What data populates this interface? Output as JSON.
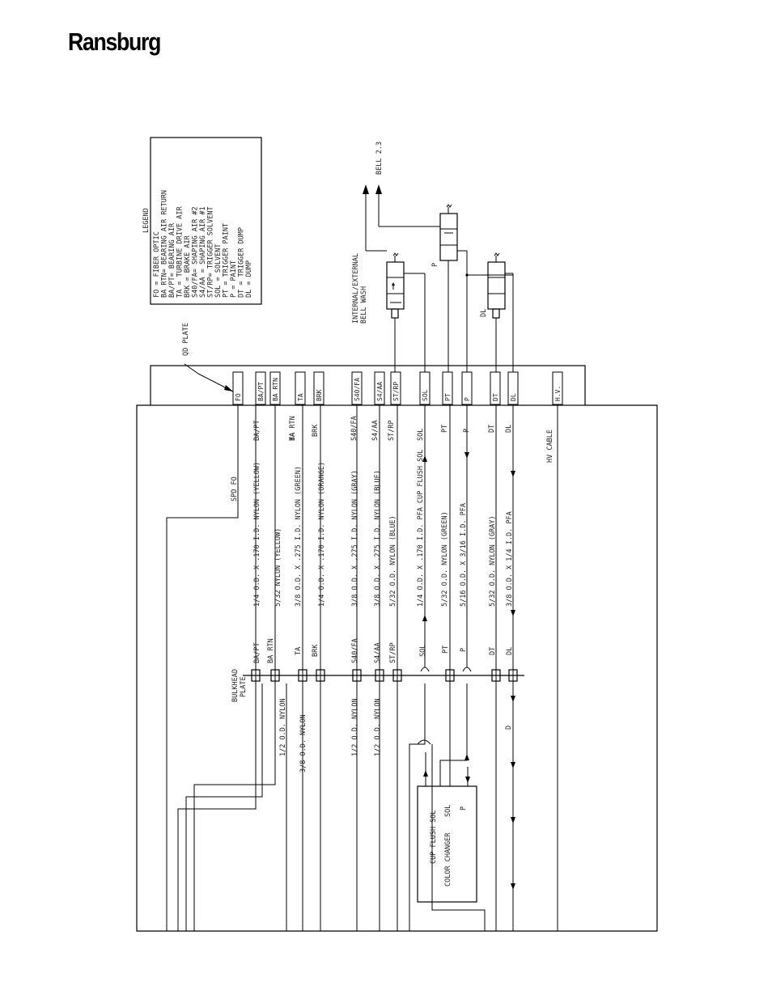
{
  "brand": "Ransburg",
  "legend": {
    "title": "LEGEND",
    "items": [
      "FO = FIBER OPTIC",
      "BA RTN= BEARING AIR RETURN",
      "BA/PT= BEARING AIR",
      "TA = TURBINE DRIVE AIR",
      "BRK = BRAKE AIR",
      "S40/FA= SHAPING AIR #2",
      "S4/AA = SHAPING AIR #1",
      "ST/RP= TRIGGER SOLVENT",
      "SOL = SOLVENT",
      "PT = TRIGGER PAINT",
      "P = PAINT",
      "DT = TRIGGER DUMP",
      "DL = DUMP"
    ]
  },
  "labels": {
    "qd_plate": "QD PLATE",
    "bell": "BELL 2.3",
    "wash": [
      "INTERNAL/EXTERNAL",
      "BELL WASH"
    ],
    "valve_p": "P",
    "valve_dl": "DL",
    "bulkhead": [
      "BULKHEAD",
      "PLATE"
    ],
    "cup_flush_sol": "CUP FLUSH SOL",
    "color_changer": "COLOR CHANGER",
    "cc_sol": "SOL",
    "cc_p": "P",
    "d": "D",
    "hv_cable": "HV CABLE",
    "spd_fo": "SPD FO",
    "tubes_bottom": [
      "1/2 O.D. NYLON",
      "3/8 O.D. NYLON",
      "1/2 O.D. NYLON",
      "1/2 O.D. NYLON"
    ]
  },
  "qd_ports": [
    {
      "id": "FO",
      "label": "FO",
      "boxed": true
    },
    {
      "id": "BAPT",
      "label": "BA/PT",
      "boxed": true
    },
    {
      "id": "BARTN",
      "label": "BA RTN",
      "boxed": true
    },
    {
      "id": "TA",
      "label": "TA",
      "boxed": true
    },
    {
      "id": "BRK",
      "label": "BRK",
      "boxed": true
    },
    {
      "id": "S40",
      "label": "S40/FA",
      "boxed": true
    },
    {
      "id": "S4",
      "label": "S4/AA",
      "boxed": true
    },
    {
      "id": "ST",
      "label": "ST/RP",
      "boxed": true
    },
    {
      "id": "SOL",
      "label": "SOL",
      "boxed": true
    },
    {
      "id": "PT",
      "label": "PT",
      "boxed": true
    },
    {
      "id": "P",
      "label": "P",
      "boxed": true
    },
    {
      "id": "DT",
      "label": "DT",
      "boxed": true
    },
    {
      "id": "DL",
      "label": "DL",
      "boxed": true
    },
    {
      "id": "HV",
      "label": "H.V.",
      "boxed": true
    }
  ],
  "upper_labels": [
    "BA/PT",
    "BA RTN",
    "TA",
    "BRK",
    "S40/FA",
    "S4/AA",
    "ST/RP",
    "SOL",
    "PT",
    "P",
    "DT",
    "DL"
  ],
  "tubes": [
    "1/4 O.D. X .170 I.D. NYLON (YELLOW)",
    "5/32 NYLON (YELLOW)",
    "3/8 O.D. X .275 I.D. NYLON (GREEN)",
    "1/4 O.D. X .170 I.D. NYLON (ORANGE)",
    "3/8 O.D. X .275 I.D. NYLON (GRAY)",
    "3/8 O.D. X .275 I.D. NYLON (BLUE)",
    "5/32 O.D. NYLON (BLUE)",
    "1/4 O.D. X .170 I.D. PFA  CUP FLUSH SOL",
    "5/32 O.D. NYLON (GREEN)",
    "5/16 O.D. X 3/16 I.D. PFA",
    "5/32 O.D. NYLON (GRAY)",
    "3/8 O.D. X 1/4 I.D. PFA"
  ],
  "bulk_labels": [
    "BA/PT",
    "BA RTN",
    "TA",
    "BRK",
    "S40/FA",
    "S4/AA",
    "ST/RP",
    "SOL",
    "PT",
    "P",
    "DT",
    "DL"
  ]
}
